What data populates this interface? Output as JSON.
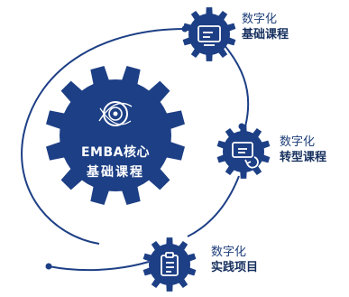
{
  "center": {
    "line1": "EMBA核心",
    "line2": "基础课程"
  },
  "nodes": [
    {
      "line1": "数字化",
      "line2": "基础课程",
      "icon": "computer-screen-icon"
    },
    {
      "line1": "数字化",
      "line2": "转型课程",
      "icon": "monitor-refresh-icon"
    },
    {
      "line1": "数字化",
      "line2": "实践项目",
      "icon": "clipboard-icon"
    }
  ],
  "colors": {
    "gear": "#1d3f85",
    "gear_dark": "#152f66",
    "arc": "#1d3f85",
    "text_dark": "#16305f"
  }
}
